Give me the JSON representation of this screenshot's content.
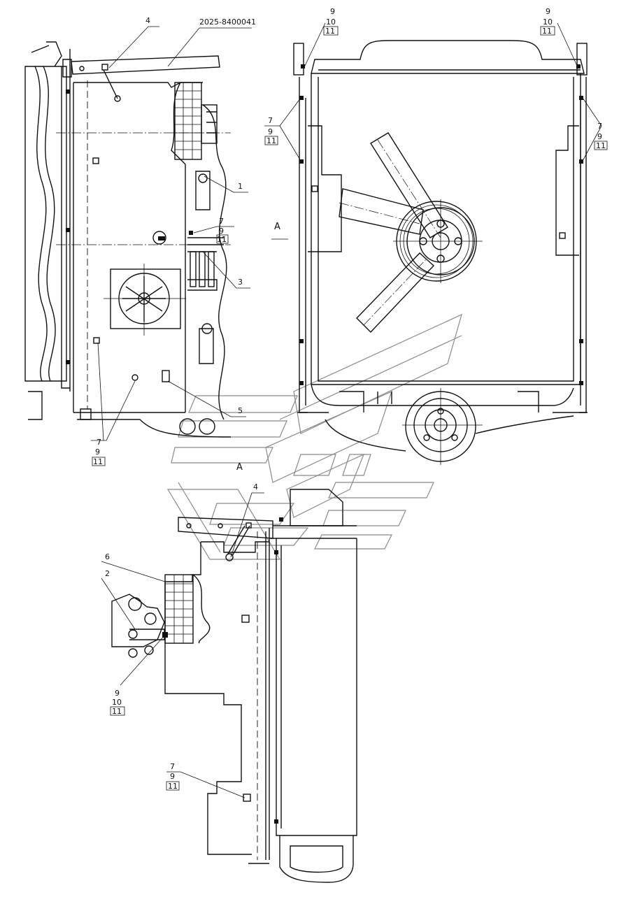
{
  "drawing": {
    "part_number": "2025-8400041",
    "view_marker": "A",
    "section_label": "A"
  },
  "callouts": {
    "c1": "1",
    "c2": "2",
    "c3": "3",
    "c4": "4",
    "c5": "5",
    "c6": "6",
    "c7": "7",
    "c9": "9",
    "c10": "10",
    "c11": "11"
  },
  "colors": {
    "line": "#111111",
    "background": "#ffffff",
    "watermark": "#8a8a8a"
  }
}
